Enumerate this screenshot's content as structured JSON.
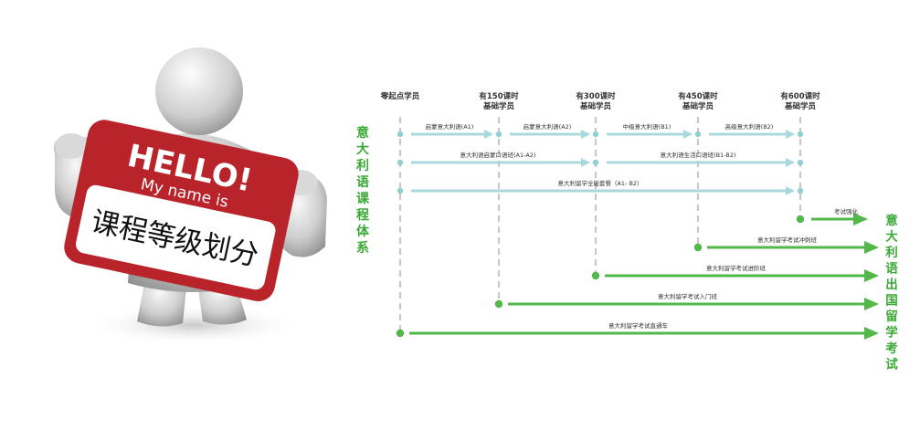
{
  "illustration": {
    "sign_top": "HELLO!",
    "sign_sub": "My name is",
    "sign_title": "课程等级划分"
  },
  "diagram": {
    "milestones": [
      {
        "line1": "零起点学员",
        "line2": ""
      },
      {
        "line1": "有150课时",
        "line2": "基础学员"
      },
      {
        "line1": "有300课时",
        "line2": "基础学员"
      },
      {
        "line1": "有450课时",
        "line2": "基础学员"
      },
      {
        "line1": "有600课时",
        "line2": "基础学员"
      }
    ],
    "left_title": "意大利语课程体系",
    "right_title": "意大利语出国留学考试",
    "course_rows": [
      [
        "启蒙意大利语(A1)",
        "启蒙意大利语(A2)",
        "中级意大利语(B1)",
        "高级意大利语(B2)"
      ],
      [
        "意大利语启蒙口语班(A1-A2)",
        "意大利语生活口语班(B1-B2)"
      ],
      [
        "意大利留学全能套餐（A1- B2）"
      ]
    ],
    "exam_rows": [
      "考试强化",
      "意大利留学考试冲刺班",
      "意大利留学考试进阶班",
      "意大利留学考试入门班",
      "意大利留学考试直通车"
    ],
    "colors": {
      "dashed": "#c8c8c8",
      "course_arrow": "#a9d9dc",
      "course_dot": "#8fd0d2",
      "exam_arrow": "#52b84a",
      "green_text": "#3aa935",
      "label_text": "#333333"
    }
  }
}
